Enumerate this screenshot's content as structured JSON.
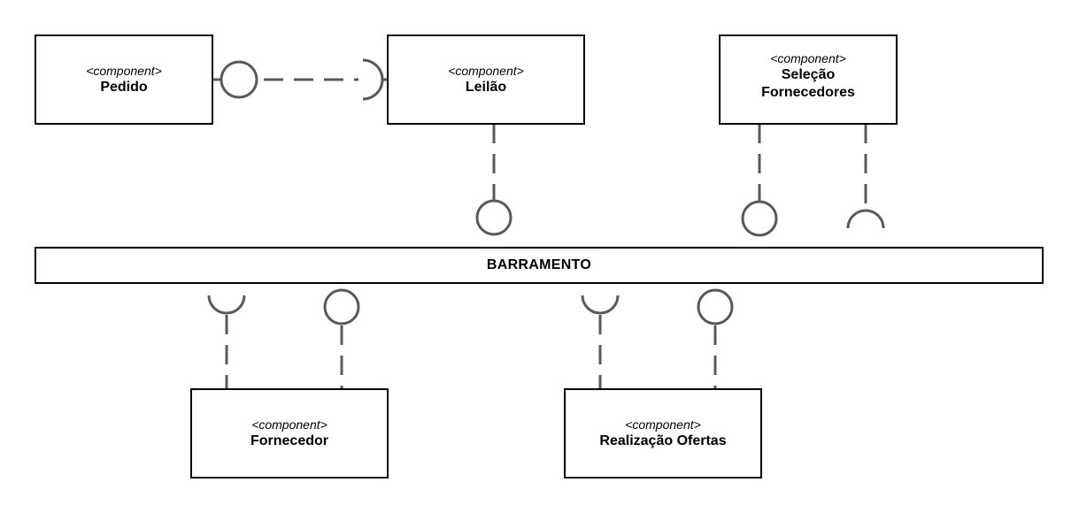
{
  "stereotype": "<component>",
  "components": {
    "pedido": "Pedido",
    "leilao": "Leilão",
    "selecao_line1": "Seleção",
    "selecao_line2": "Fornecedores",
    "fornecedor": "Fornecedor",
    "realizacao": "Realização Ofertas"
  },
  "bus": {
    "label": "BARRAMENTO"
  },
  "colors": {
    "connector": "#595959",
    "border": "#000000"
  }
}
